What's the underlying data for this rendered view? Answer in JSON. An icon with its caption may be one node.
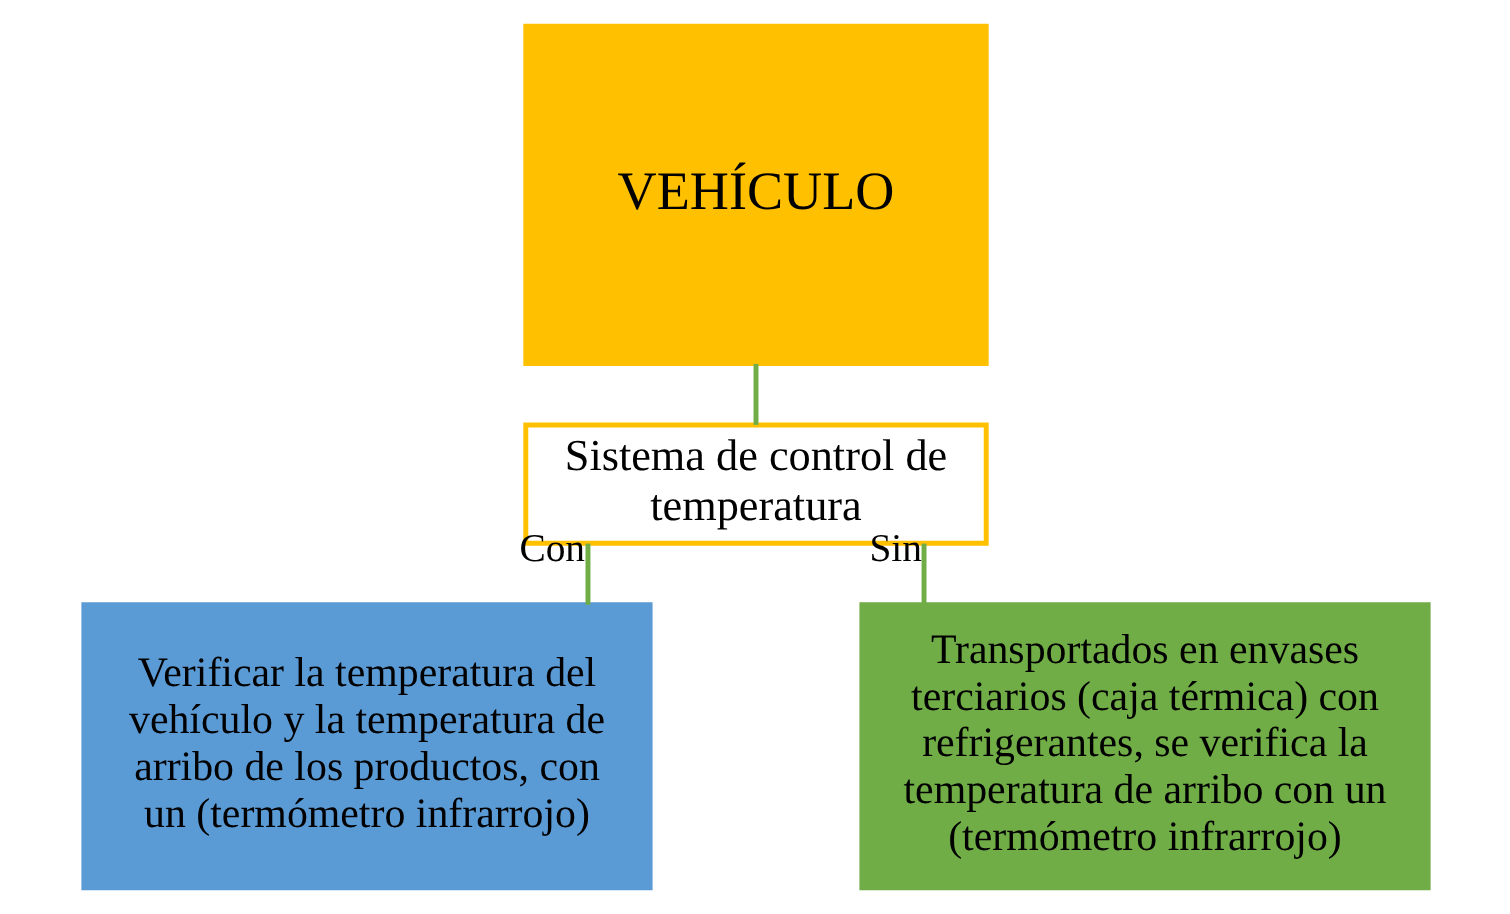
{
  "diagram": {
    "nodes": [
      {
        "text": [
          "VEHÍCULO"
        ]
      },
      {
        "text": [
          "Sistema de control de temperatura"
        ]
      },
      {
        "text": [
          "Verificar la temperatura del vehículo y la temperatura de arribo de los productos, con un (termómetro infrarrojo)"
        ]
      },
      {
        "text": [
          "Transportados en envases terciarios (caja térmica) con refrigerantes, se verifica la temperatura de arribo con un (termómetro infrarrojo)"
        ]
      }
    ],
    "edges": [
      {
        "from": 0,
        "to": 1,
        "arrow": "none"
      },
      {
        "from": 1,
        "to": 2,
        "arrow": "none",
        "label": "Con"
      },
      {
        "from": 1,
        "to": 3,
        "arrow": "none",
        "label": "Sin"
      }
    ]
  }
}
